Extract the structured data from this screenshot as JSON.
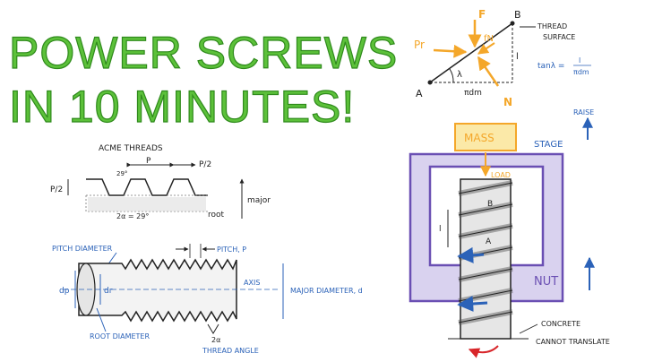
{
  "title": {
    "line1": "POWER SCREWS",
    "line2": "IN 10 MINUTES!"
  },
  "force_diagram": {
    "F": "F",
    "B": "B",
    "A": "A",
    "N": "N",
    "Pr": "Pr",
    "muN": "fN",
    "lambda": "λ",
    "l": "l",
    "pi_dm": "πdm",
    "thread_surface_1": "THREAD",
    "thread_surface_2": "SURFACE",
    "tan_formula": "tanλ =",
    "tan_num": "l",
    "tan_den": "πdm"
  },
  "acme": {
    "heading": "ACME THREADS",
    "p": "P",
    "p_half": "P/2",
    "angle": "29°",
    "p_over_2_left": "P/2",
    "two_alpha": "2α = 29°",
    "root": "root",
    "major": "major"
  },
  "screw": {
    "pitch_diameter": "PITCH DIAMETER",
    "pitch_p": "PITCH, P",
    "dp": "dp",
    "dr": "dr",
    "axis": "AXIS",
    "major_diameter": "MAJOR DIAMETER, d",
    "root_diameter": "ROOT DIAMETER",
    "two_alpha": "2α",
    "thread_angle": "THREAD ANGLE"
  },
  "assembly": {
    "mass": "MASS",
    "stage": "STAGE",
    "raise": "RAISE",
    "load": "LOAD",
    "nut": "NUT",
    "B": "B",
    "A": "A",
    "l": "l",
    "concrete": "CONCRETE",
    "cannot_translate": "CANNOT TRANSLATE"
  },
  "colors": {
    "title": "#5cc13a",
    "blue": "#2b62b8",
    "purple": "#6a4fb3",
    "orange": "#f4a72a",
    "red": "#d8262a"
  }
}
